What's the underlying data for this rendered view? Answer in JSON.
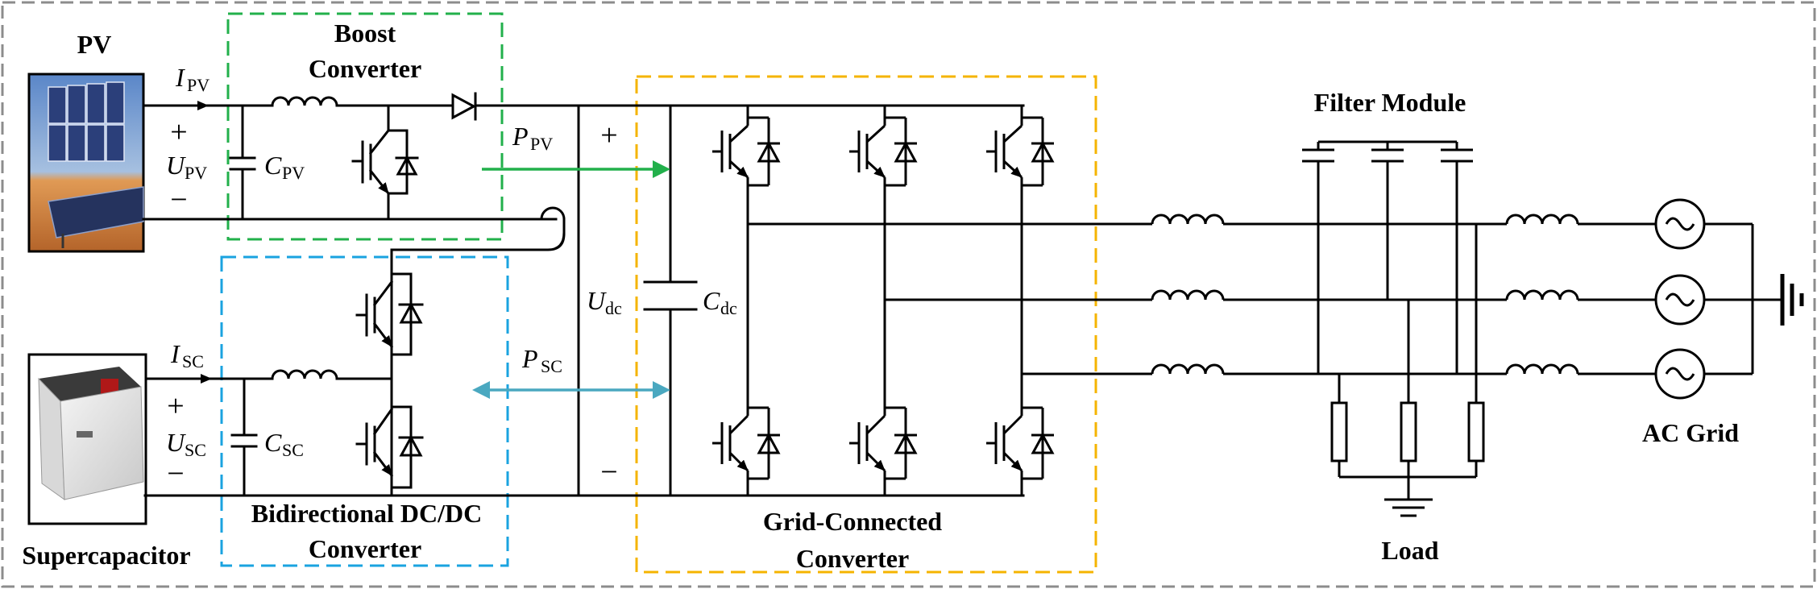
{
  "labels": {
    "pv": "PV",
    "boost_line1": "Boost",
    "boost_line2": "Converter",
    "supercapacitor": "Supercapacitor",
    "bidir_line1": "Bidirectional DC/DC",
    "bidir_line2": "Converter",
    "gcc_line1": "Grid-Connected",
    "gcc_line2": "Converter",
    "filter_module": "Filter Module",
    "load": "Load",
    "ac_grid": "AC Grid",
    "plus": "+",
    "minus": "−"
  },
  "symbols": {
    "i_pv": {
      "base": "I",
      "sub": "PV"
    },
    "u_pv": {
      "base": "U",
      "sub": "PV"
    },
    "c_pv": {
      "base": "C",
      "sub": "PV"
    },
    "p_pv": {
      "base": "P",
      "sub": "PV"
    },
    "i_sc": {
      "base": "I",
      "sub": "SC"
    },
    "u_sc": {
      "base": "U",
      "sub": "SC"
    },
    "c_sc": {
      "base": "C",
      "sub": "SC"
    },
    "p_sc": {
      "base": "P",
      "sub": "SC"
    },
    "u_dc": {
      "base": "U",
      "sub": "dc"
    },
    "c_dc": {
      "base": "C",
      "sub": "dc"
    }
  },
  "colors": {
    "outer_border": "#8c8c8c",
    "boost_box": "#22b04b",
    "bidir_box": "#1aa3e0",
    "gcc_box": "#f5b400",
    "pv_arrow": "#22b04b",
    "sc_arrow": "#4aa8c0"
  }
}
